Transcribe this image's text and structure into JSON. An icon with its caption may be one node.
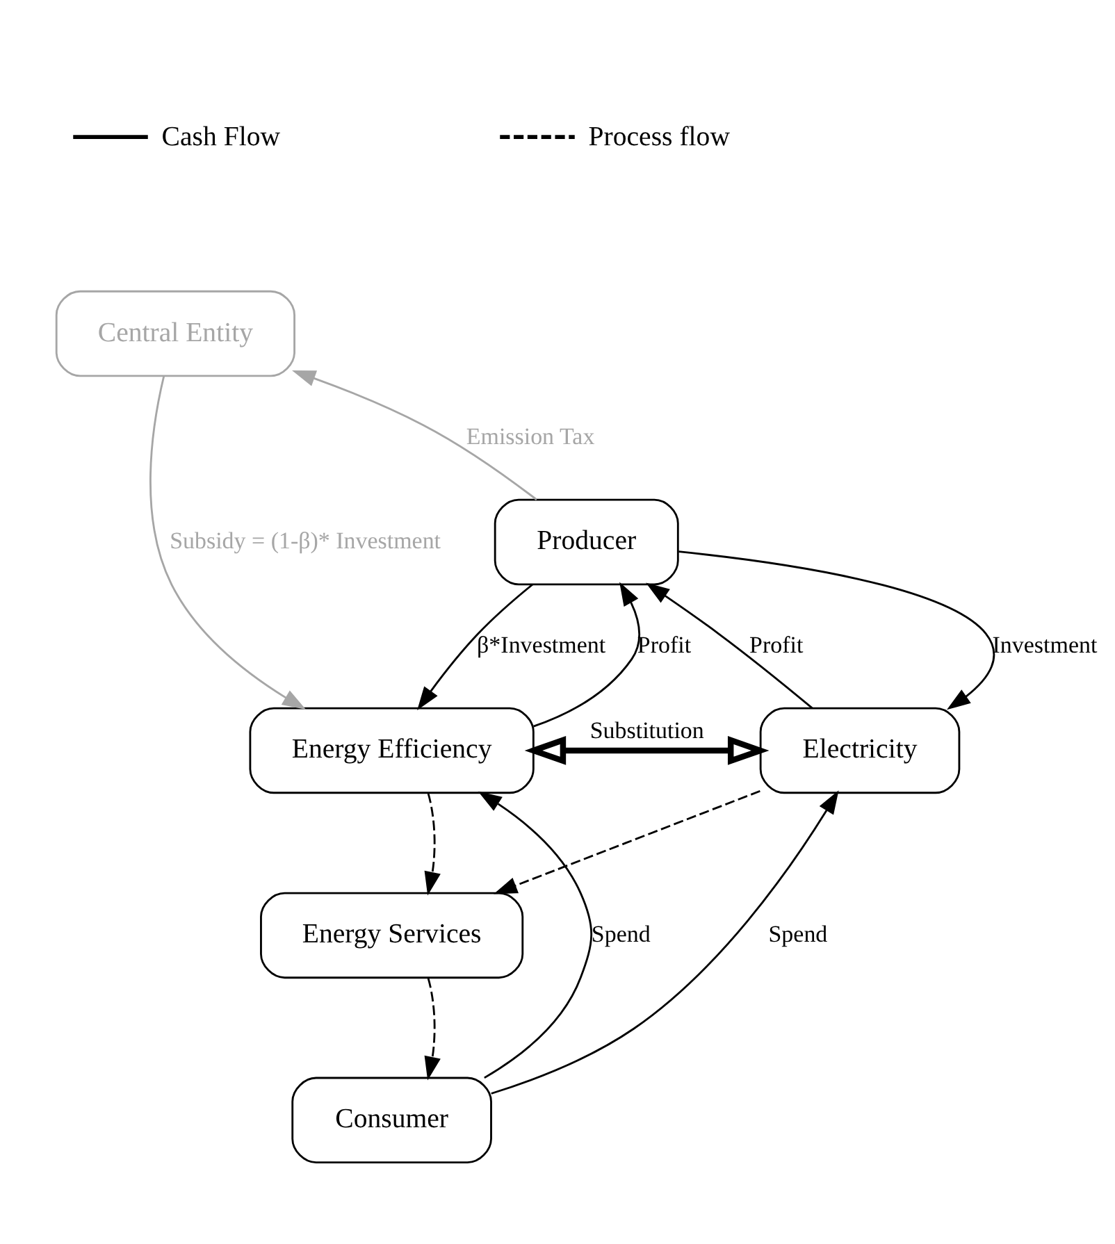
{
  "diagram": {
    "nodes": [
      {
        "text": [
          "Central Entity"
        ]
      },
      {
        "text": [
          "Producer"
        ]
      },
      {
        "text": [
          "Energy Efficiency"
        ]
      },
      {
        "text": [
          "Electricity"
        ]
      },
      {
        "text": [
          "Energy Services"
        ]
      },
      {
        "text": [
          "Consumer"
        ]
      }
    ],
    "edges": [
      {
        "from": 1,
        "to": 0,
        "arrow": "to",
        "label": "Emission Tax",
        "color": "#a6a6a6"
      },
      {
        "from": 0,
        "to": 2,
        "arrow": "to",
        "label": "Subsidy = (1-β)* Investment",
        "color": "#a6a6a6"
      },
      {
        "from": 2,
        "to": 1,
        "arrow": "to",
        "label": "Profit"
      },
      {
        "from": 1,
        "to": 2,
        "arrow": "to",
        "label": "β*Investment"
      },
      {
        "from": 1,
        "to": 3,
        "arrow": "to",
        "label": "Investment"
      },
      {
        "from": 3,
        "to": 1,
        "arrow": "to",
        "label": "Profit"
      },
      {
        "from": 2,
        "to": 3,
        "arrow": "both",
        "label": "Substitution",
        "style": "thick"
      },
      {
        "from": 2,
        "to": 4,
        "arrow": "to",
        "style": "dashed"
      },
      {
        "from": 3,
        "to": 4,
        "arrow": "to",
        "style": "dashed"
      },
      {
        "from": 4,
        "to": 5,
        "arrow": "to",
        "style": "dashed"
      },
      {
        "from": 5,
        "to": 2,
        "arrow": "to",
        "label": "Spend"
      },
      {
        "from": 5,
        "to": 3,
        "arrow": "to",
        "label": "Spend"
      }
    ],
    "legend": [
      {
        "text": "Cash Flow"
      },
      {
        "text": "Process flow"
      }
    ]
  }
}
